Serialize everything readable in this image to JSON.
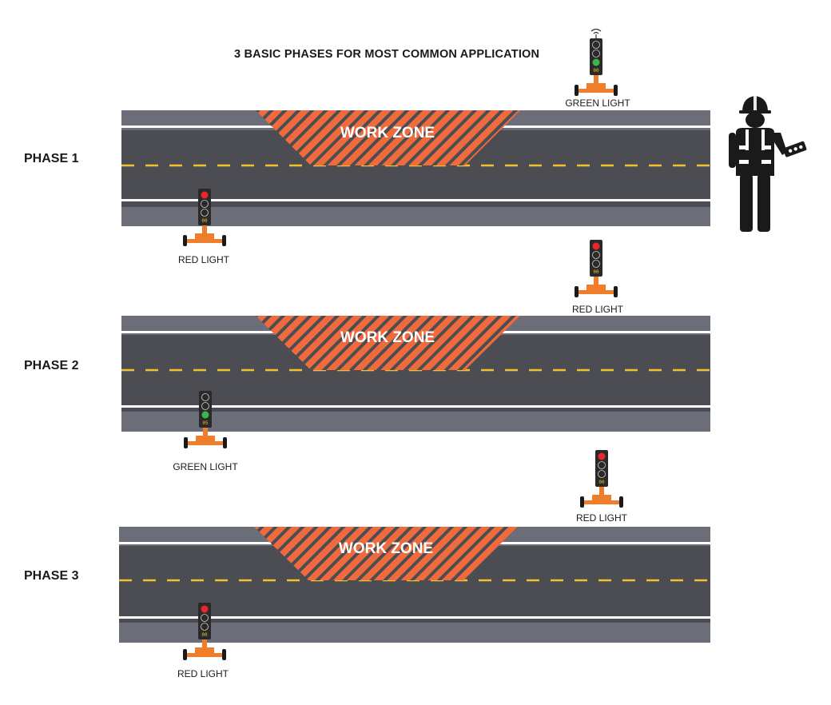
{
  "title": "3 BASIC PHASES FOR MOST COMMON APPLICATION",
  "phases": [
    {
      "label": "PHASE 1",
      "zone_label": "WORK ZONE",
      "right_light": {
        "label": "GREEN LIGHT",
        "active": "green",
        "counter": "00",
        "antenna": true
      },
      "left_light": {
        "label": "RED LIGHT",
        "active": "red",
        "counter": "00"
      }
    },
    {
      "label": "PHASE 2",
      "zone_label": "WORK ZONE",
      "right_light": {
        "label": "RED LIGHT",
        "active": "red",
        "counter": "00",
        "antenna": false
      },
      "left_light": {
        "label": "GREEN LIGHT",
        "active": "green",
        "counter": "05"
      }
    },
    {
      "label": "PHASE 3",
      "zone_label": "WORK ZONE",
      "right_light": {
        "label": "RED LIGHT",
        "active": "red",
        "counter": "00",
        "antenna": false
      },
      "left_light": {
        "label": "RED LIGHT",
        "active": "red",
        "counter": "00"
      }
    }
  ],
  "colors": {
    "road": "#4b4d52",
    "shoulder": "#6b6e78",
    "lane_line": "#ffffff",
    "center_line": "#f2c12e",
    "work_zone": "#ef6a3c",
    "trailer": "#f07d2a",
    "red": "#e8262b",
    "green": "#3cb54a",
    "signal_body": "#2a2a2a"
  }
}
